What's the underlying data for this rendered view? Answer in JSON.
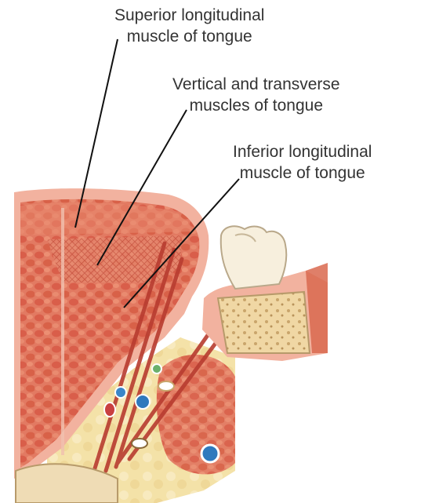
{
  "labels": {
    "superior_line1": "Superior longitudinal",
    "superior_line2": "muscle of tongue",
    "vertical_line1": "Vertical and transverse",
    "vertical_line2": "muscles of tongue",
    "inferior_line1": "Inferior longitudinal",
    "inferior_line2": "muscle of tongue"
  },
  "colors": {
    "muscle": "#e0705a",
    "muscle_dark": "#c2473a",
    "mucosa": "#f3b7a6",
    "fat": "#f4e2a8",
    "bone": "#f1dcae",
    "tooth": "#f7efdd",
    "vessel": "#3a86c8",
    "leader": "#111111"
  }
}
